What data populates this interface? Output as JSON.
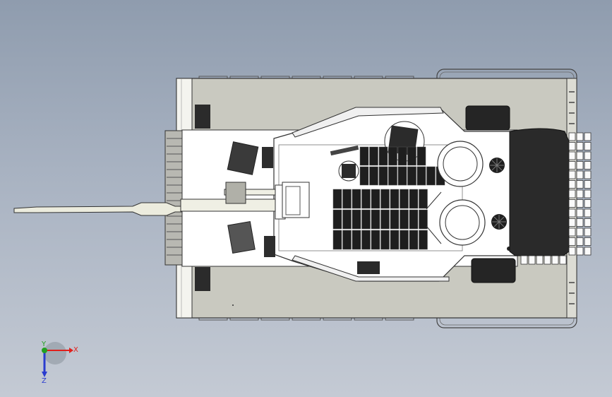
{
  "viewport": {
    "background_top": "#8f9cae",
    "background_bottom": "#c4cad4"
  },
  "model": {
    "name_icon": "tank-top-view",
    "hull_color": "#c9c9c0",
    "body_color": "#ffffff",
    "dark_part_color": "#2a2a2a",
    "solar_panel_color": "#1e1e1e"
  },
  "triad": {
    "x_label": "X",
    "y_label": "Y",
    "z_label": "Z",
    "x_color": "#e0201c",
    "y_color": "#22a020",
    "z_color": "#2a3ccf"
  }
}
